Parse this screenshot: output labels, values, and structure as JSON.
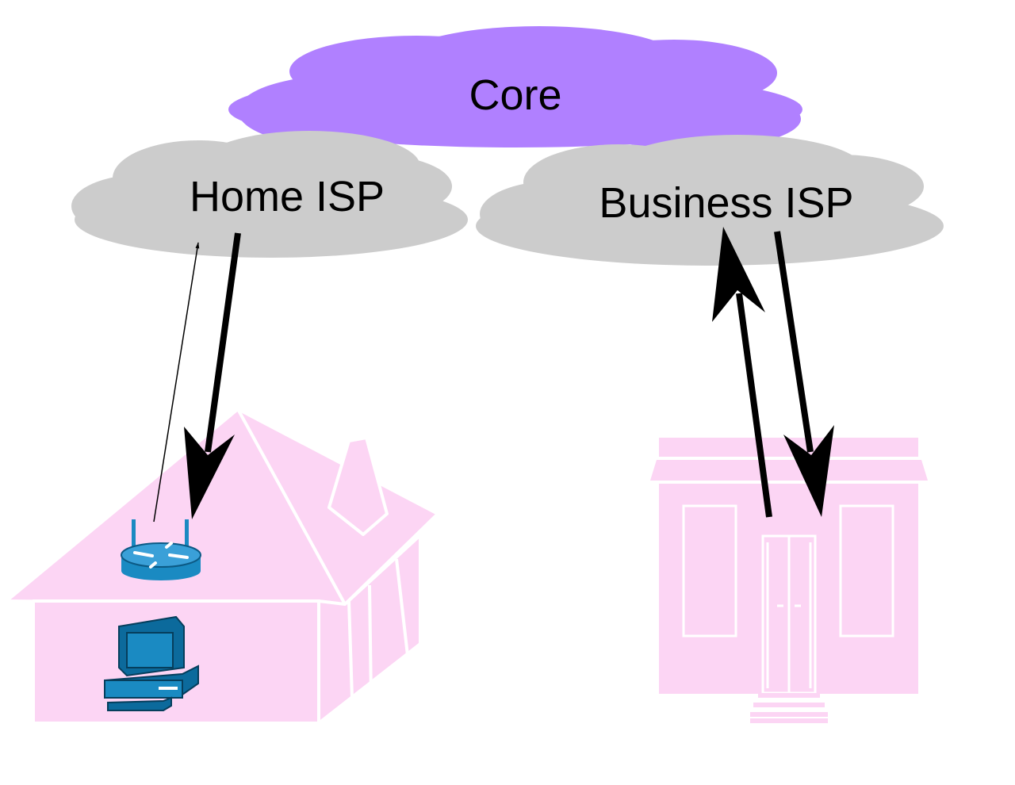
{
  "clouds": {
    "core": {
      "label": "Core",
      "color": "#b080ff"
    },
    "home_isp": {
      "label": "Home ISP",
      "color": "#cccccc"
    },
    "business_isp": {
      "label": "Business ISP",
      "color": "#cccccc"
    }
  },
  "buildings": {
    "house": {
      "color": "#fcd5f4",
      "icons": [
        "router-icon",
        "computer-icon"
      ]
    },
    "business": {
      "color": "#fcd5f4"
    }
  },
  "icon_color": "#1a8ac2",
  "arrow_color": "#000000"
}
